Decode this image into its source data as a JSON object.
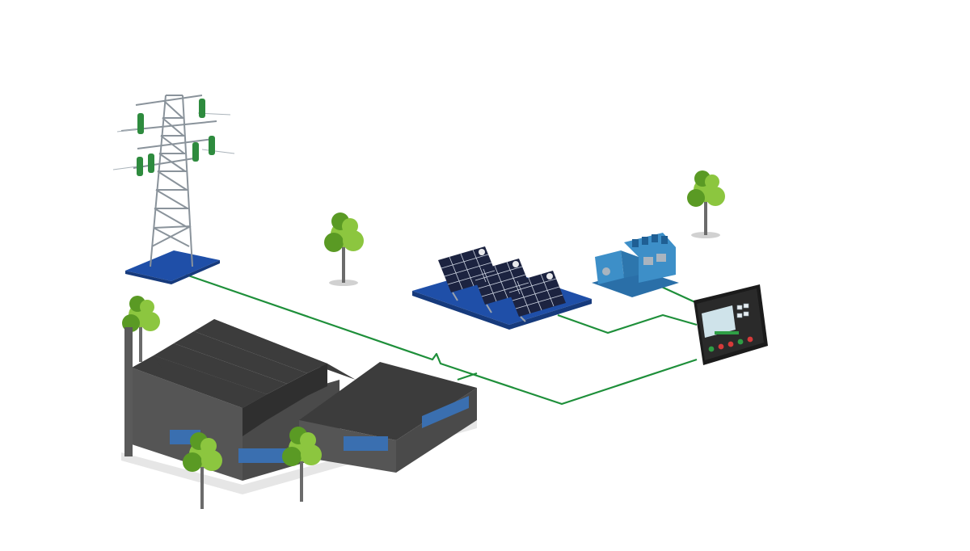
{
  "diagram": {
    "type": "microgrid-illustration",
    "components": [
      {
        "key": "grid",
        "icon": "transmission-tower-icon"
      },
      {
        "key": "solar",
        "icon": "solar-panel-icon"
      },
      {
        "key": "genset",
        "icon": "diesel-generator-icon"
      },
      {
        "key": "controller",
        "icon": "controller-panel-icon"
      },
      {
        "key": "load",
        "icon": "factory-building-icon"
      }
    ],
    "connections": [
      {
        "from": "grid",
        "to": "controller"
      },
      {
        "from": "solar",
        "to": "controller"
      },
      {
        "from": "genset",
        "to": "controller"
      },
      {
        "from": "load",
        "to": "controller"
      }
    ]
  },
  "colors": {
    "wire": "#1e8f3a",
    "platform": "#1f4fa8",
    "platform_dark": "#163a7c",
    "tree_leaf": "#8cc63f",
    "tree_leaf_dark": "#5a9a24",
    "roof": "#3c3c3c",
    "wall": "#555555",
    "window": "#3a6fb0",
    "controller_body": "#2a2a2a",
    "controller_screen": "#cfe3ea",
    "genset_body": "#3d8fc8",
    "panel_cell": "#1c2340"
  }
}
